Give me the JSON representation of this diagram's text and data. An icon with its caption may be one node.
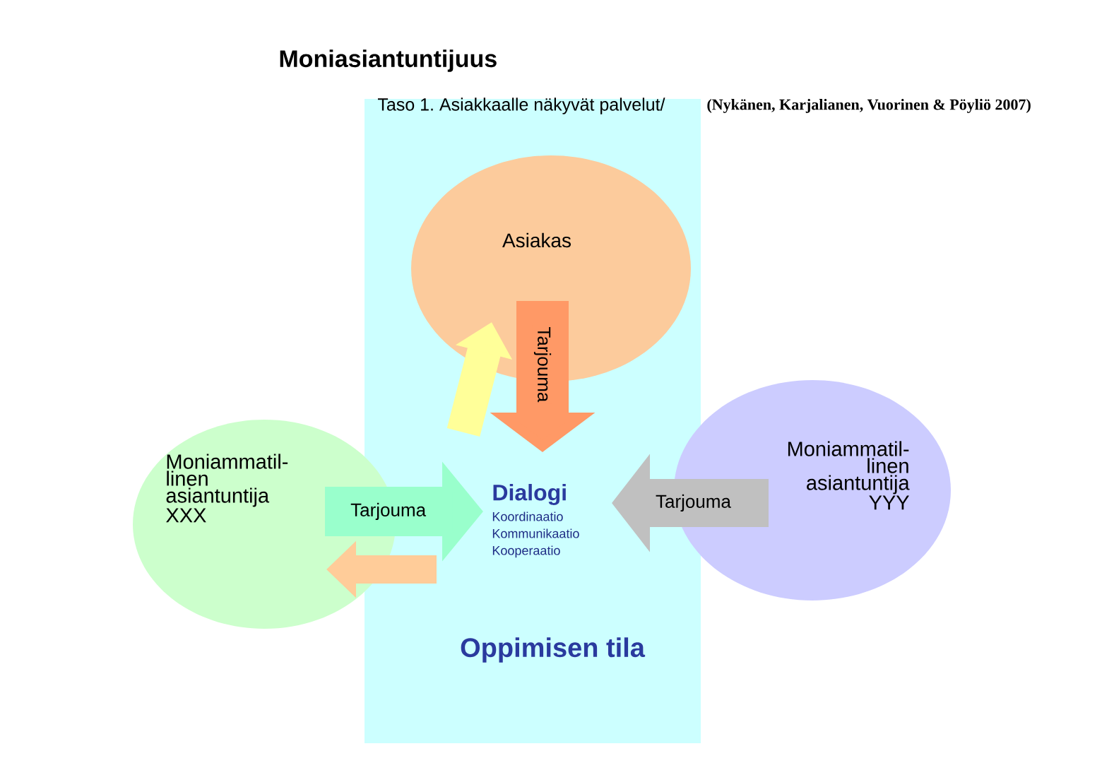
{
  "diagram": {
    "title": "Moniasiantuntijuus",
    "nodes": [
      {
        "text": [
          "Taso 1. Asiakkaalle näkyvät palvelut/",
          "Oppimisen tila"
        ]
      },
      {
        "text": [
          "Asiakas"
        ],
        "in": 0
      },
      {
        "text": [
          "Dialogi",
          "Koordinaatio Kommunikaatio Kooperaatio"
        ],
        "in": 0
      },
      {
        "text": [
          "Moniammatil- linen asiantuntija XXX"
        ]
      },
      {
        "text": [
          "Moniammatil- linen asiantuntija YYY"
        ]
      }
    ],
    "edges": [
      {
        "from": 1,
        "to": 2,
        "arrow": "to",
        "label": "Tarjouma",
        "color": "#ff9966"
      },
      {
        "from": 2,
        "to": 1,
        "arrow": "to",
        "color": "#ffff99"
      },
      {
        "from": 3,
        "to": 2,
        "arrow": "to",
        "label": "Tarjouma",
        "color": "#99ffcc"
      },
      {
        "from": 2,
        "to": 3,
        "arrow": "to",
        "color": "#ffcc99"
      },
      {
        "from": 4,
        "to": 2,
        "arrow": "to",
        "label": "Tarjouma",
        "color": "#c0c0c0"
      }
    ],
    "labels": [
      "(Nykänen, Karjalianen, Vuorinen & Pöyliö 2007)"
    ]
  }
}
